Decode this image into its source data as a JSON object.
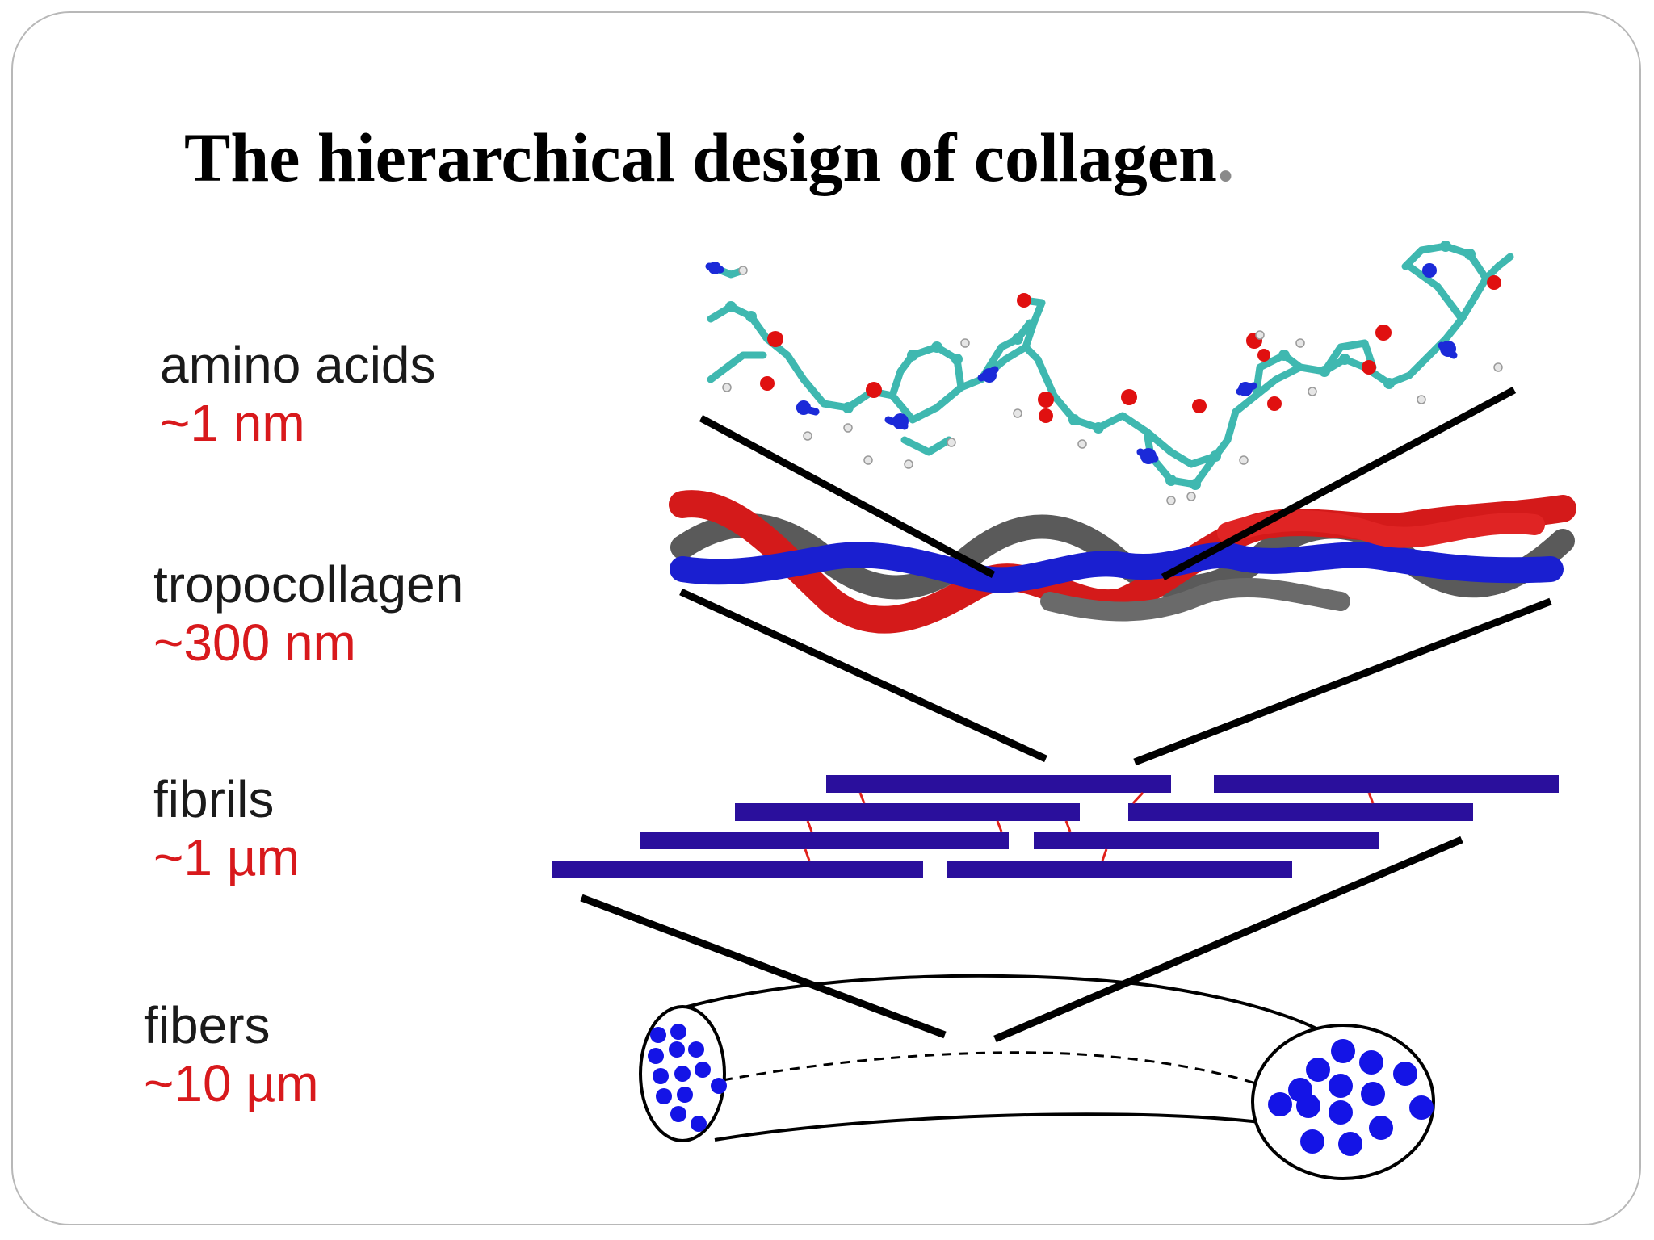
{
  "slide": {
    "title": "The hierarchical design of collagen",
    "title_suffix": "."
  },
  "levels": [
    {
      "name": "amino acids",
      "size": "~1 nm"
    },
    {
      "name": "tropocollagen",
      "size": "~300 nm"
    },
    {
      "name": "fibrils",
      "size": "~1 µm"
    },
    {
      "name": "fibers",
      "size": "~10 µm"
    }
  ],
  "colors": {
    "label_text": "#1a1a1a",
    "size_text": "#d8191c",
    "fibril_bar": "#2a0f9c",
    "crosslink": "#e0201a",
    "helix_red": "#d41a1a",
    "helix_blue": "#1a1fd0",
    "helix_gray": "#5a5a5a",
    "molecule_carbon": "#3fb8b0",
    "molecule_oxygen": "#e01010",
    "molecule_nitrogen": "#1b2ad8",
    "fiber_dots": "#1414e6"
  }
}
